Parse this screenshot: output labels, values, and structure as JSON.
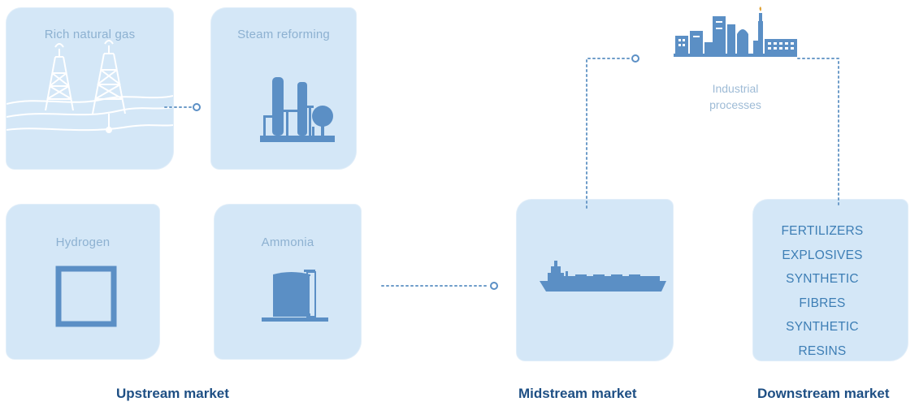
{
  "colors": {
    "card_fill": "#d4e7f7",
    "icon_blue": "#5b8fc5",
    "text_light": "#8db1d1",
    "text_blue": "#3d7eb5",
    "heading_navy": "#1e4f84"
  },
  "cards": {
    "rich_gas": {
      "label": "Rich natural gas",
      "icon": "oil-derrick-icon"
    },
    "steam": {
      "label": "Steam reforming",
      "icon": "reformer-plant-icon"
    },
    "hydrogen": {
      "label": "Hydrogen",
      "icon": "square-icon"
    },
    "ammonia": {
      "label": "Ammonia",
      "icon": "storage-tank-icon"
    },
    "midstream": {
      "icon": "tanker-ship-icon"
    },
    "downstream": {
      "items": [
        "FERTILIZERS",
        "EXPLOSIVES",
        "SYNTHETIC",
        "FIBRES",
        "SYNTHETIC",
        "RESINS"
      ]
    }
  },
  "industry": {
    "label": "Industrial\nprocesses",
    "icon": "industrial-plant-icon"
  },
  "footer": {
    "upstream": "Upstream market",
    "midstream": "Midstream market",
    "downstream": "Downstream market"
  }
}
